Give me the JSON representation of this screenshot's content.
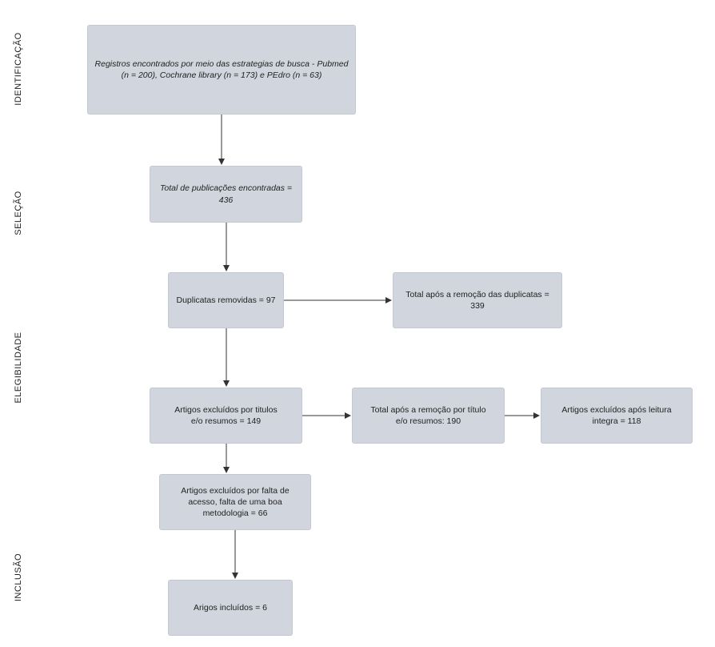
{
  "stages": {
    "identificacao": "IDENTIFICAÇÃO",
    "selecao": "SELEÇÃO",
    "elegibilidade": "ELEGIBILIDADE",
    "inclusao": "INCLUSÃO"
  },
  "boxes": {
    "registros": "Registros encontrados por meio das estrategias de busca - Pubmed (n = 200), Cochrane library (n =  173) e PEdro (n =  63)",
    "total_publicacoes": "Total de publicações encontradas = 436",
    "duplicatas": "Duplicatas removidas = 97",
    "total_apos_duplicatas": "Total  após a remoção das duplicatas = 339",
    "excluidos_titulos": "Artigos excluídos por titulos e/o resumos =  149",
    "total_apos_titulo": "Total após a remoção por título e/o resumos: 190",
    "excluidos_leitura": "Artigos excluídos após leitura integra = 118",
    "excluidos_acesso": "Artigos excluídos por falta de acesso, falta de uma boa metodologia = 66",
    "incluidos": "Arigos incluídos = 6"
  }
}
